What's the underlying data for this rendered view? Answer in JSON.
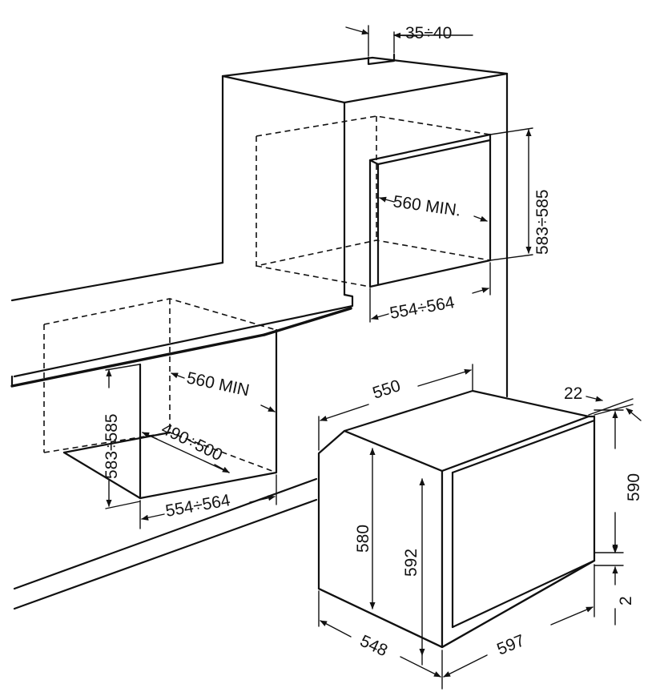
{
  "dimensions": {
    "gap_top": "35÷40",
    "column_height": "583÷585",
    "column_depth": "560 MIN.",
    "column_width": "554÷564",
    "under_depth": "560 MIN",
    "under_height": "583÷585",
    "under_diag": "490÷500",
    "under_width": "554÷564",
    "oven_top_depth": "550",
    "oven_door_thick": "22",
    "oven_door_height": "590",
    "oven_body_height": "580",
    "oven_front_height": "592",
    "oven_side_depth": "548",
    "oven_width": "597",
    "oven_bottom_gap": "2"
  }
}
